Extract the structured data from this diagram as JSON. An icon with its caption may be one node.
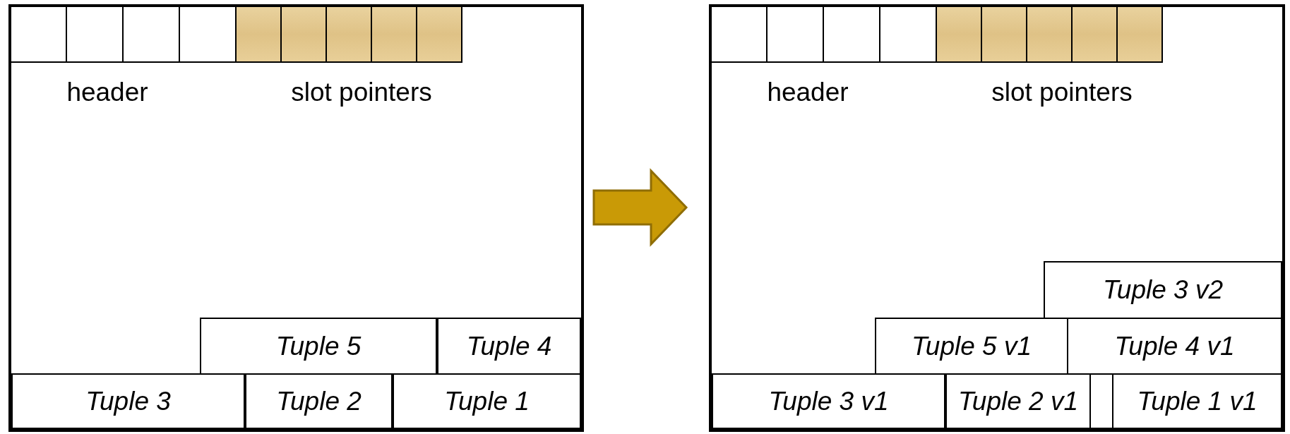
{
  "diagram": {
    "nodes": [
      {
        "text": [],
        "shape": "box"
      },
      {
        "text": [
          "Tuple 5"
        ],
        "in": 0
      },
      {
        "text": [
          "Tuple 4"
        ],
        "in": 0
      },
      {
        "text": [
          "Tuple 3"
        ],
        "in": 0
      },
      {
        "text": [
          "Tuple 2"
        ],
        "in": 0
      },
      {
        "text": [
          "Tuple 1"
        ],
        "in": 0
      },
      {
        "text": [],
        "shape": "box"
      },
      {
        "text": [
          "Tuple 3 v2"
        ],
        "in": 6
      },
      {
        "text": [
          "Tuple 5 v1"
        ],
        "in": 6
      },
      {
        "text": [
          "Tuple 4 v1"
        ],
        "in": 6
      },
      {
        "text": [
          "Tuple 3 v1"
        ],
        "in": 6
      },
      {
        "text": [
          "Tuple 2 v1"
        ],
        "in": 6
      },
      {
        "text": [],
        "shape": "box",
        "in": 6
      },
      {
        "text": [
          "Tuple 1 v1"
        ],
        "in": 6
      }
    ],
    "edges": [
      {
        "from": 0,
        "to": 6,
        "arrow": "to"
      }
    ],
    "labels": [
      "header",
      "slot pointers",
      "header",
      "slot pointers"
    ]
  }
}
